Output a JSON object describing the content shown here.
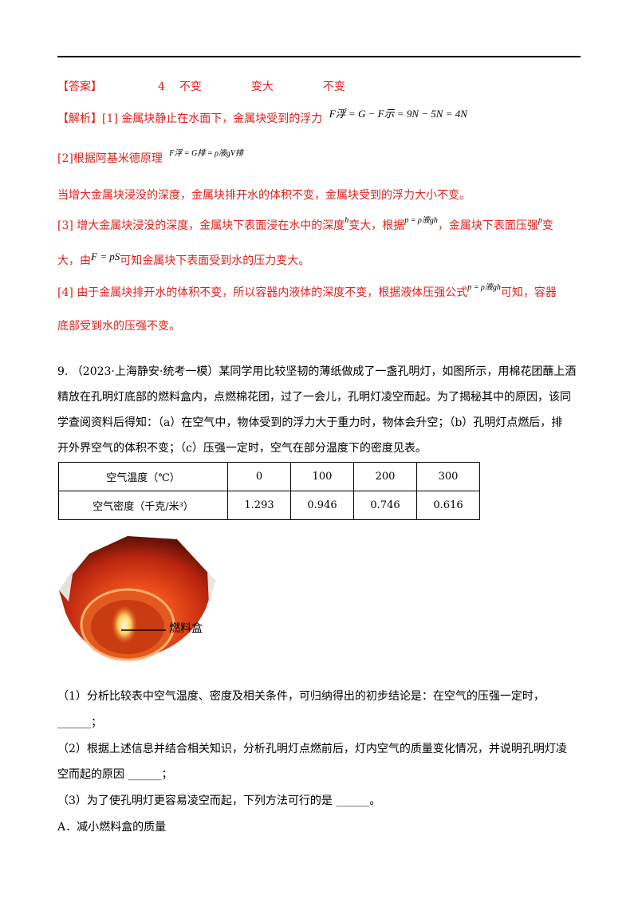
{
  "answer": {
    "label": "【答案】",
    "a1": "4",
    "a2": "不变",
    "a3": "变大",
    "a4": "不变"
  },
  "analysis": {
    "label": "【解析】",
    "l1_text": "[1] 金属块静止在水面下，金属块受到的浮力",
    "l1_eq": "F浮 = G − F示 = 9N − 5N = 4N",
    "l2_text": "[2]根据阿基米德原理",
    "l2_eq": "F浮 = G排 = ρ液gV排",
    "l3": "当增大金属块浸没的深度，金属块排开水的体积不变，金属块受到的浮力大小不变。",
    "l4_a": "[3]  增大金属块浸没的深度，金属块下表面浸在水中的深度",
    "l4_h": "h",
    "l4_b": "变大，根据",
    "l4_eq": "p = ρ液gh",
    "l4_c": "，金属块下表面压强",
    "l4_p": "p",
    "l4_d": "变",
    "l5_a": "大，由",
    "l5_eq": "F = pS",
    "l5_b": "可知金属块下表面受到水的压力变大。",
    "l6_a": "[4]  由于金属块排开水的体积不变，所以容器内液体的深度不变，根据液体压强公式",
    "l6_eq": "p = ρ液gh",
    "l6_b": "可知，容器",
    "l7": "底部受到水的压强不变。"
  },
  "question": {
    "p1": "9.  （2023·上海静安·统考一模）某同学用比较坚韧的薄纸做成了一盏孔明灯，如图所示，用棉花团蘸上酒",
    "p2": "精放在孔明灯底部的燃料盒内，点燃棉花团，过了一会儿，孔明灯凌空而起。为了揭秘其中的原因，该同",
    "p3": "学查阅资料后得知：（a）在空气中，物体受到的浮力大于重力时，物体会升空；（b）孔明灯点燃后，排",
    "p4": "开外界空气的体积不变；（c）压强一定时，空气在部分温度下的密度见表。"
  },
  "table": {
    "row1_header": "空气温度（℃）",
    "row1": [
      "0",
      "100",
      "200",
      "300"
    ],
    "row2_header": "空气密度（千克/米³）",
    "row2": [
      "1.293",
      "0.946",
      "0.746",
      "0.616"
    ]
  },
  "figure": {
    "label": "燃料盒"
  },
  "subq": {
    "q1a": "（1）分析比较表中空气温度、密度及相关条件，可归纳得出的初步结论是：在空气的压强一定时，",
    "q1b": "______；",
    "q2a": "（2）根据上述信息并结合相关知识，分析孔明灯点燃前后，灯内空气的质量变化情况，并说明孔明灯凌",
    "q2b": "空而起的原因 ______；",
    "q3": "（3）为了使孔明灯更容易凌空而起，下列方法可行的是 ______。",
    "optA": "A．减小燃料盒的质量"
  }
}
